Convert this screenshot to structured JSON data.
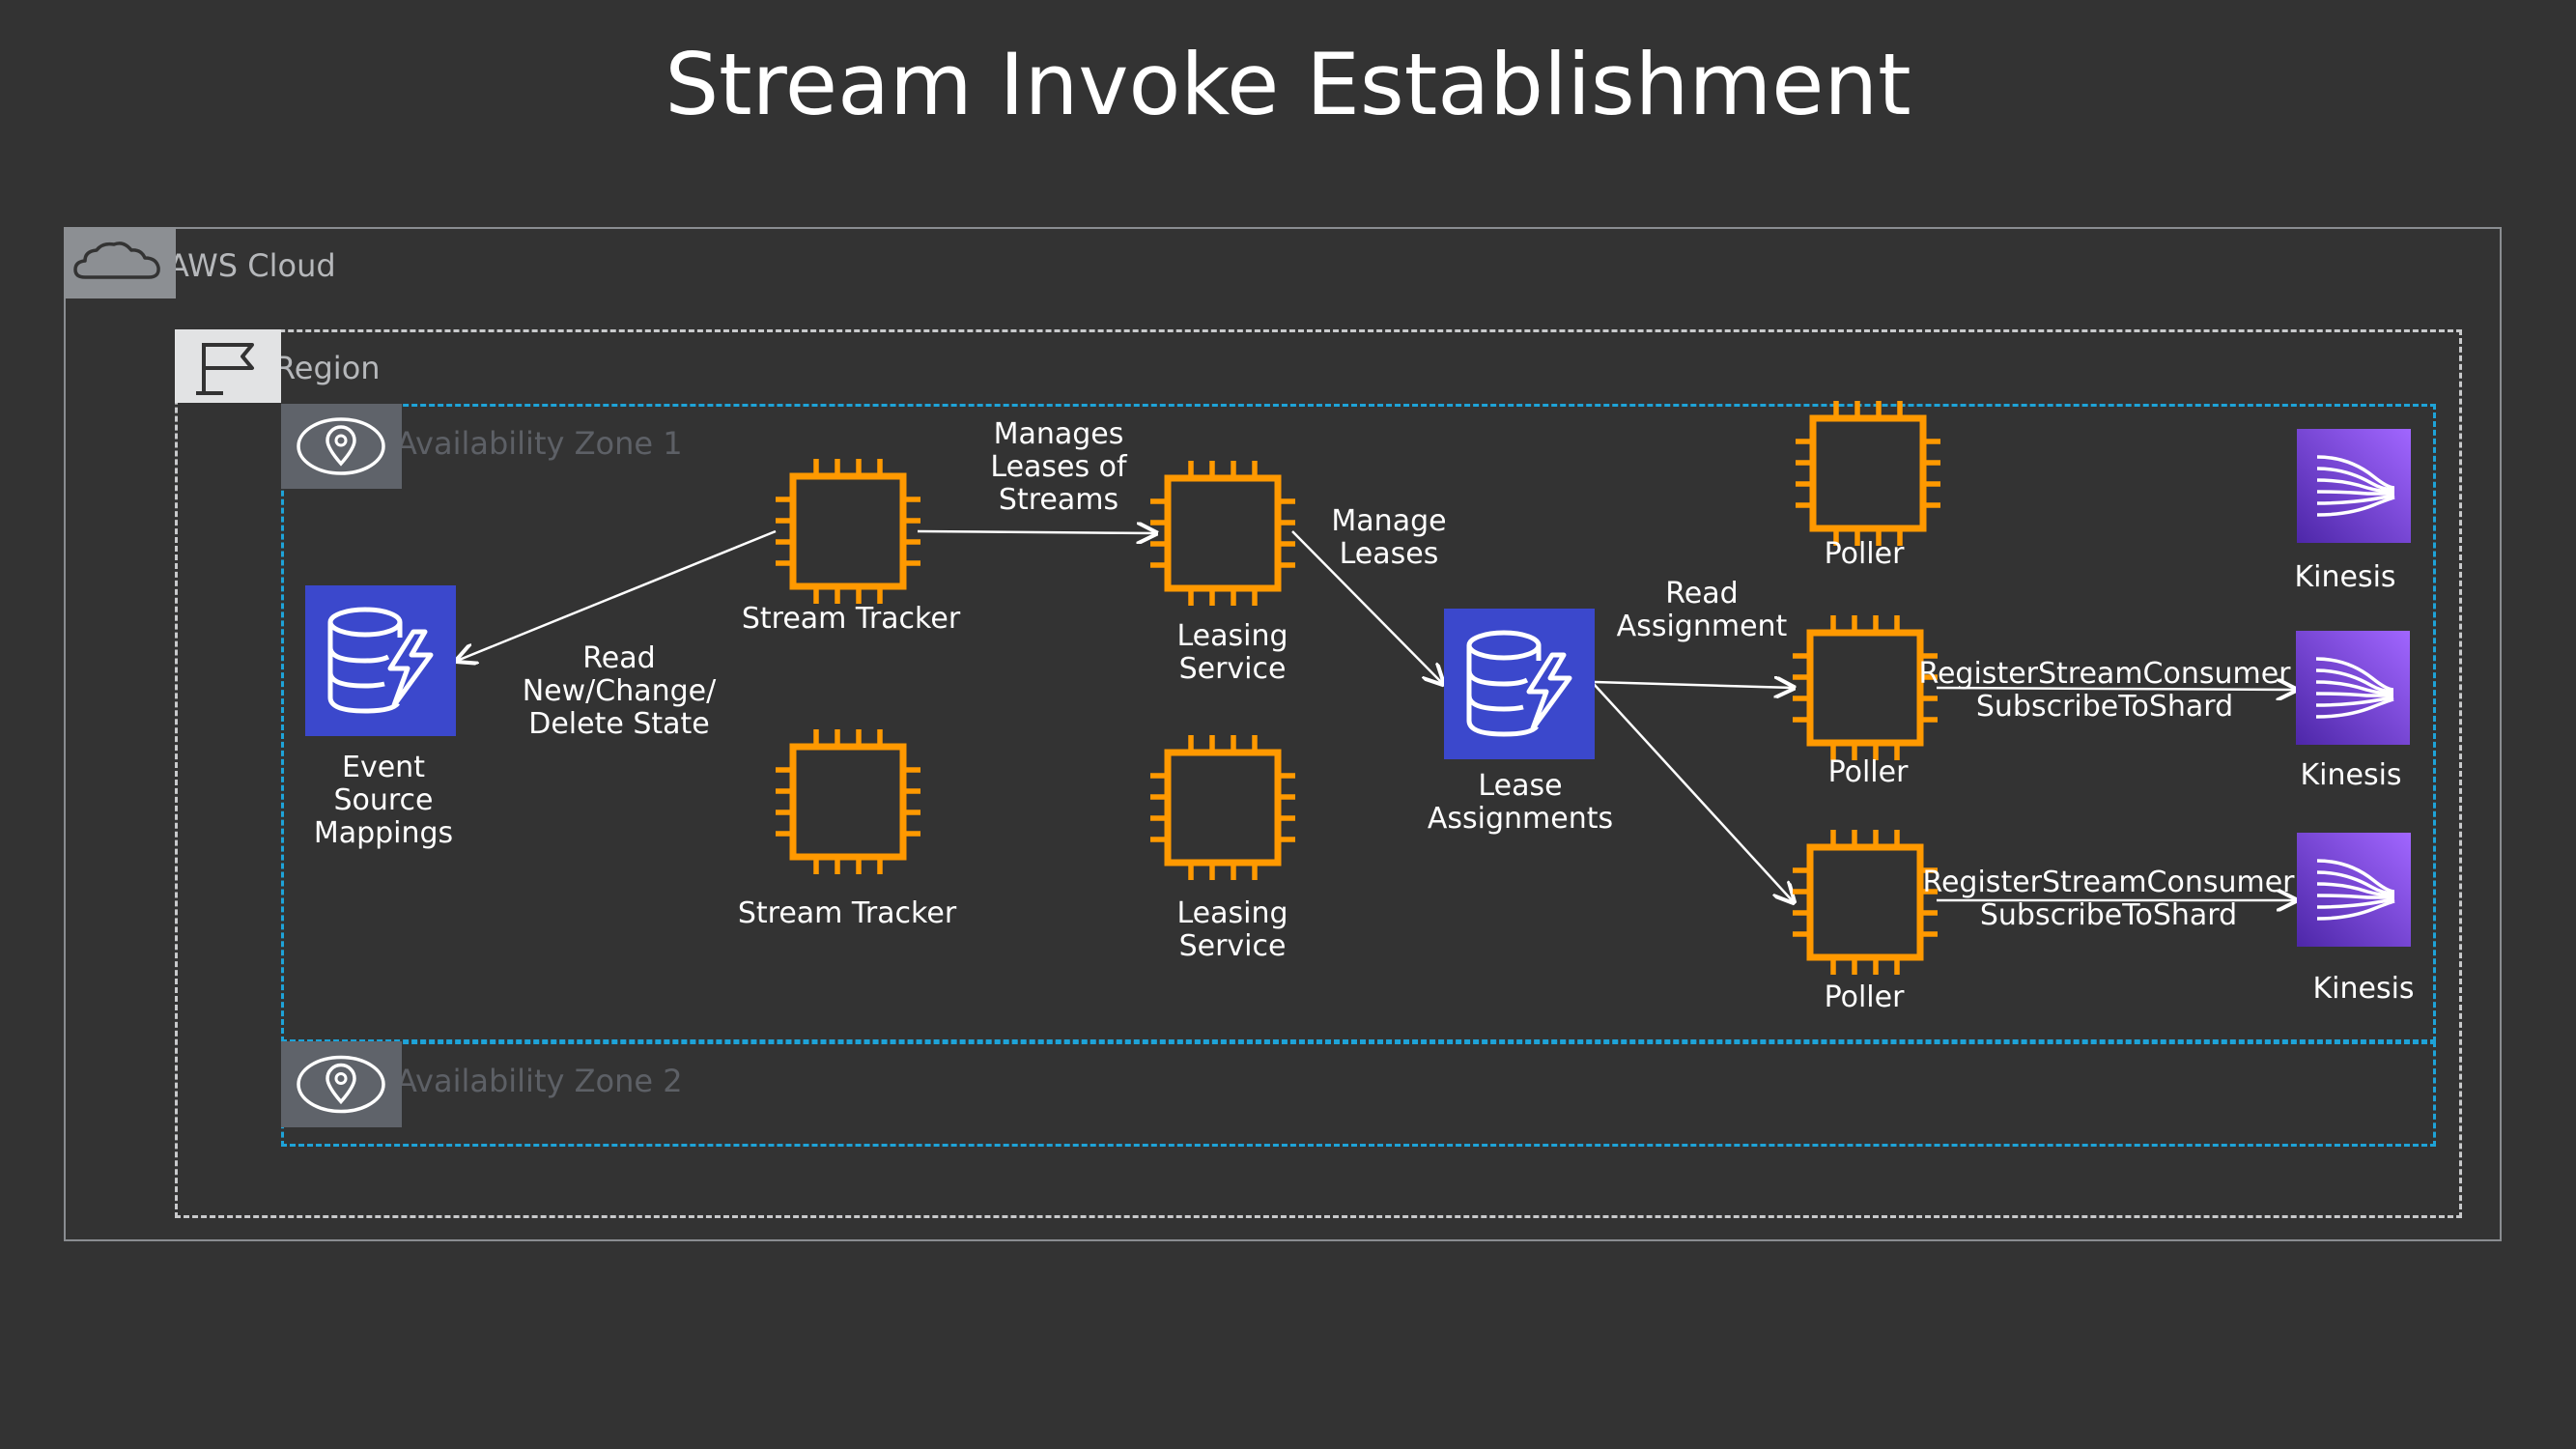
{
  "title": "Stream Invoke Establishment",
  "groups": {
    "aws_cloud": "AWS Cloud",
    "region": "Region",
    "az1": "Availability Zone 1",
    "az2": "Availability Zone 2"
  },
  "nodes": {
    "event_source_mappings": {
      "label": "Event\nSource\nMappings",
      "icon": "dynamodb-icon"
    },
    "stream_tracker_1": {
      "label": "Stream Tracker",
      "icon": "ec2-instance-icon"
    },
    "stream_tracker_2": {
      "label": "Stream Tracker",
      "icon": "ec2-instance-icon"
    },
    "leasing_service_1": {
      "label": "Leasing\nService",
      "icon": "ec2-instance-icon"
    },
    "leasing_service_2": {
      "label": "Leasing\nService",
      "icon": "ec2-instance-icon"
    },
    "lease_assignments": {
      "label": "Lease\nAssignments",
      "icon": "dynamodb-icon"
    },
    "poller_1": {
      "label": "Poller",
      "icon": "ec2-instance-icon"
    },
    "poller_2": {
      "label": "Poller",
      "icon": "ec2-instance-icon"
    },
    "poller_3": {
      "label": "Poller",
      "icon": "ec2-instance-icon"
    },
    "kinesis_1": {
      "label": "Kinesis",
      "icon": "kinesis-icon"
    },
    "kinesis_2": {
      "label": "Kinesis",
      "icon": "kinesis-icon"
    },
    "kinesis_3": {
      "label": "Kinesis",
      "icon": "kinesis-icon"
    }
  },
  "edges": {
    "read_state": "Read\nNew/Change/\nDelete State",
    "manages_leases": "Manages\nLeases of\nStreams",
    "manage_leases": "Manage\nLeases",
    "read_assignment": "Read\nAssignment",
    "register_1": "RegisterStreamConsumer\nSubscribeToShard",
    "register_2": "RegisterStreamConsumer\nSubscribeToShard"
  },
  "colors": {
    "background": "#333333",
    "ec2_orange": "#f90",
    "dynamodb_blue": "#3f4fdb",
    "kinesis_purple": "#8a3ff0",
    "az_border": "#1ea3d8"
  }
}
